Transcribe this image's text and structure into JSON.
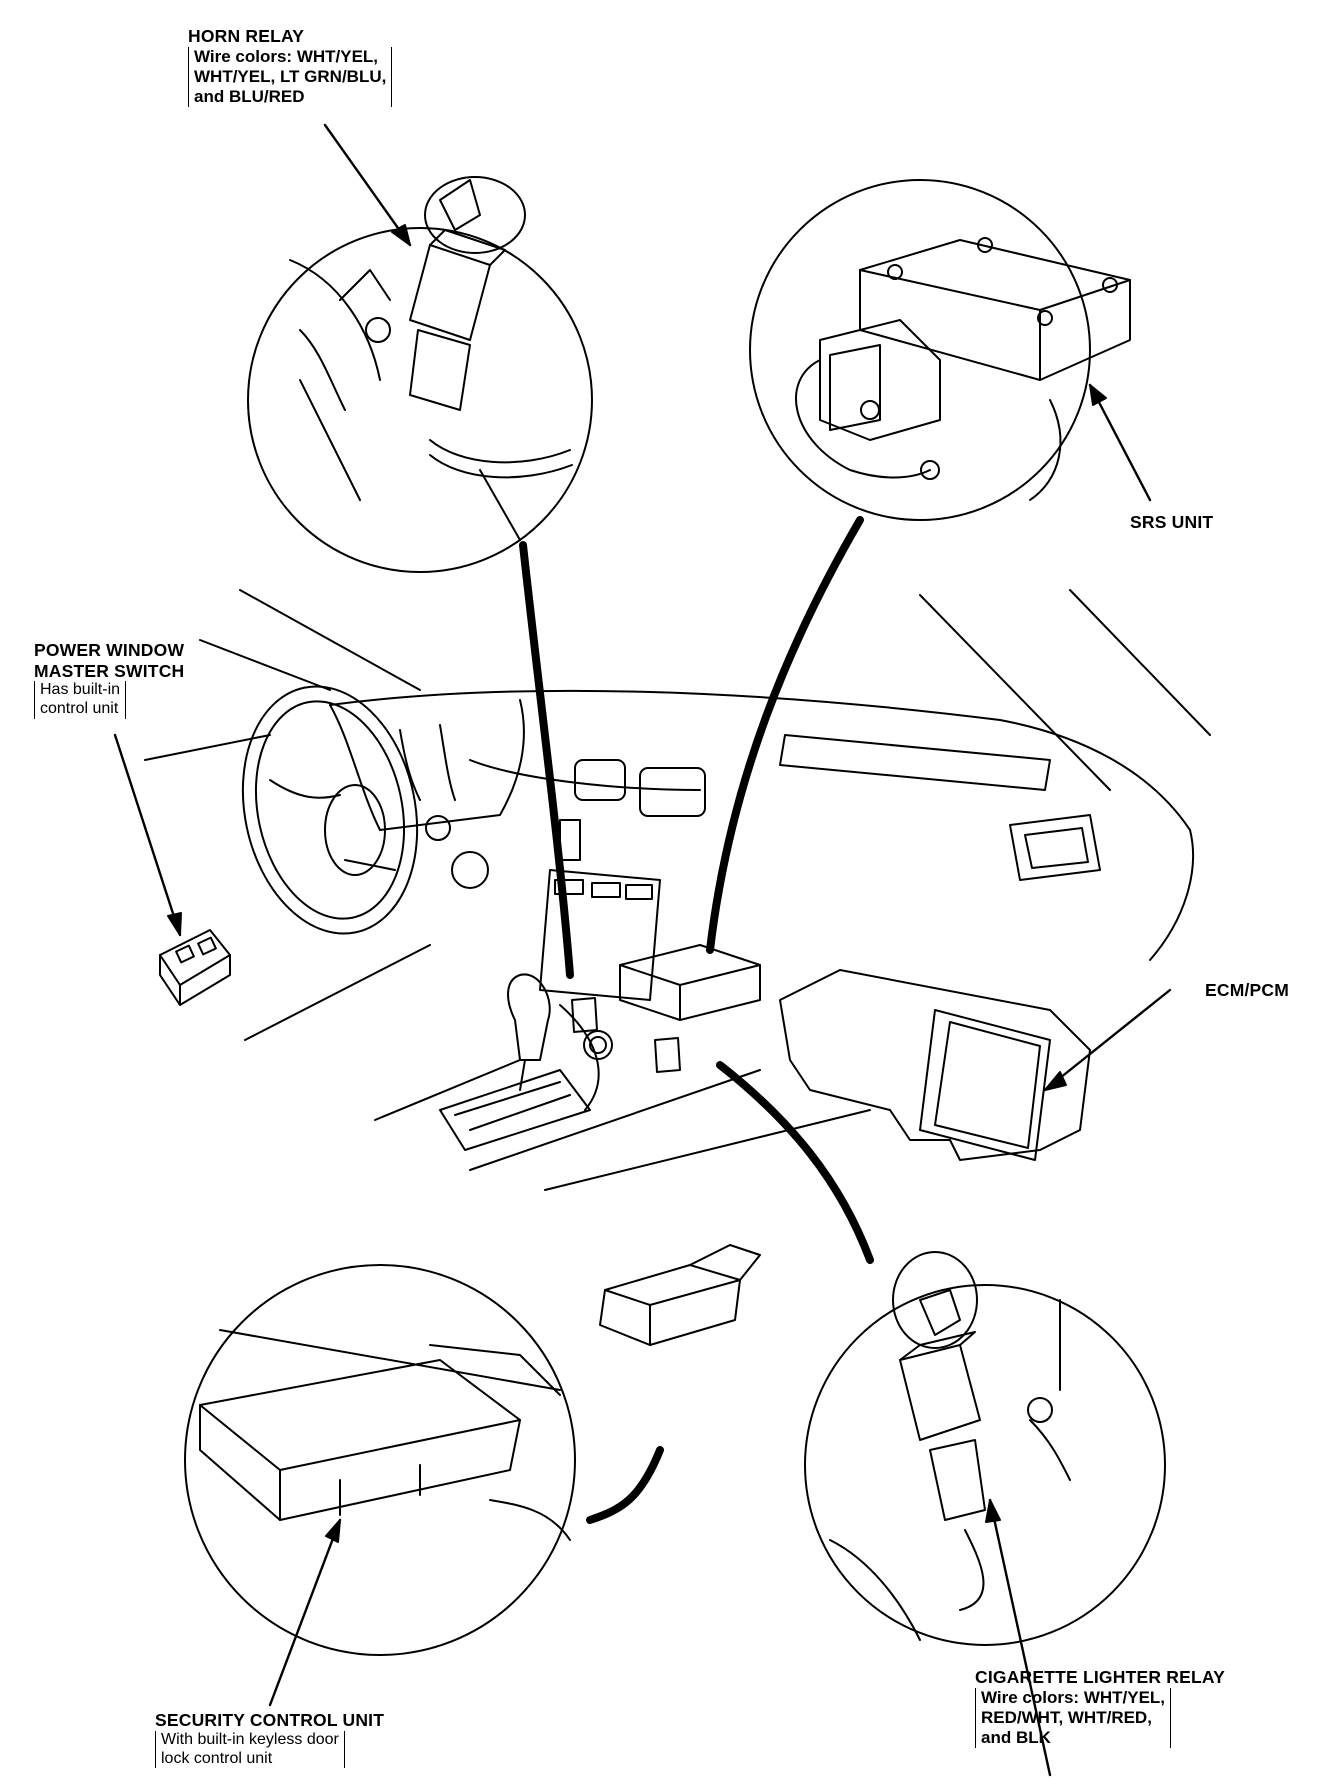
{
  "labels": {
    "horn_relay": {
      "title": "HORN RELAY",
      "lines": [
        "Wire colors: WHT/YEL,",
        "WHT/YEL, LT GRN/BLU,",
        "and BLU/RED"
      ]
    },
    "srs_unit": {
      "title": "SRS UNIT"
    },
    "power_window": {
      "title_lines": [
        "POWER WINDOW",
        "MASTER SWITCH"
      ],
      "lines": [
        "Has built-in",
        "control unit"
      ]
    },
    "ecm_pcm": {
      "title": "ECM/PCM"
    },
    "security_control": {
      "title": "SECURITY CONTROL UNIT",
      "lines": [
        "With built-in keyless door",
        "lock control unit"
      ]
    },
    "cigarette_relay": {
      "title": "CIGARETTE LIGHTER RELAY",
      "lines": [
        "Wire colors: WHT/YEL,",
        "RED/WHT, WHT/RED,",
        "and BLK"
      ]
    }
  },
  "colors": {
    "ink": "#000000",
    "paper": "#ffffff"
  }
}
